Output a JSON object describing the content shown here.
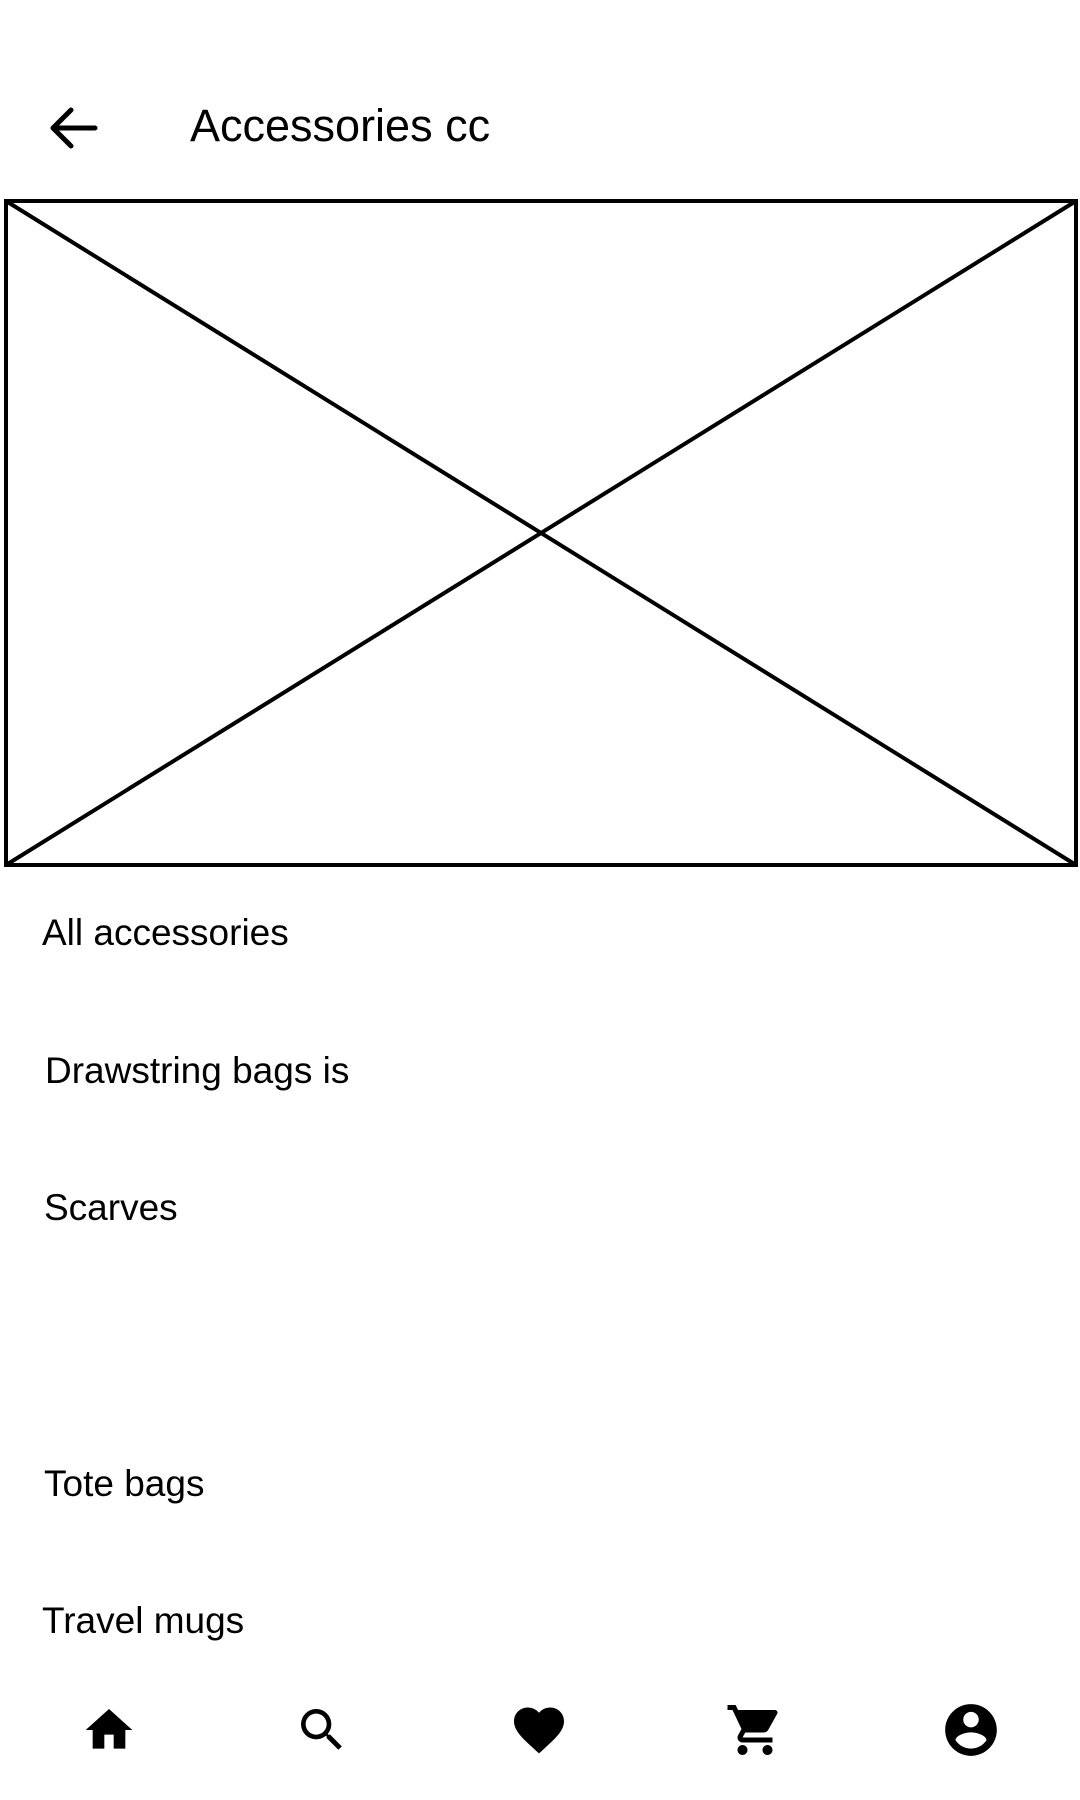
{
  "header": {
    "title": "Accessories cc",
    "back_icon": "arrow-back-icon"
  },
  "hero": {
    "icon": "image-placeholder"
  },
  "categories": [
    {
      "label": "All accessories"
    },
    {
      "label": "Drawstring bags is"
    },
    {
      "label": "Scarves"
    },
    {
      "label": "Tote bags"
    },
    {
      "label": "Travel mugs"
    }
  ],
  "bottom_nav": {
    "items": [
      {
        "icon": "home-icon"
      },
      {
        "icon": "search-icon"
      },
      {
        "icon": "heart-icon"
      },
      {
        "icon": "cart-icon"
      },
      {
        "icon": "account-icon"
      }
    ]
  },
  "colors": {
    "foreground": "#000000",
    "background": "#ffffff"
  }
}
